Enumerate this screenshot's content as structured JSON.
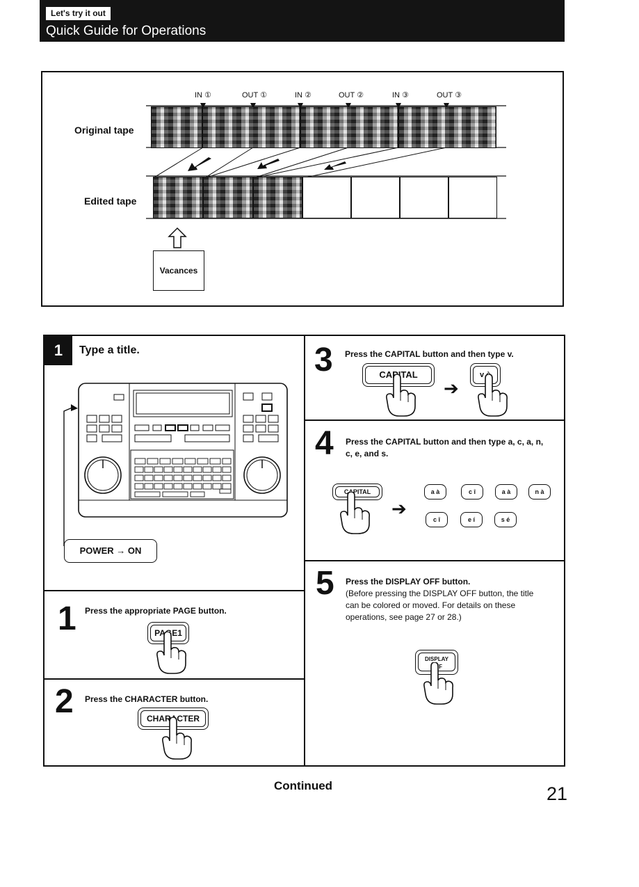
{
  "header": {
    "badge": "Let's try it out",
    "title": "Quick Guide for Operations"
  },
  "diagram": {
    "markers": [
      "IN ①",
      "OUT ①",
      "IN ②",
      "OUT ②",
      "IN ③",
      "OUT ③"
    ],
    "original_label": "Original tape",
    "edited_label": "Edited tape",
    "title_card": "Vacances"
  },
  "steps": {
    "section_number": "1",
    "section_title": "Type a title.",
    "power_label": "POWER → ON",
    "step1": {
      "number": "1",
      "text": "Press the appropriate PAGE button.",
      "key": "PAGE1"
    },
    "step2": {
      "number": "2",
      "text": "Press the CHARACTER button.",
      "key": "CHARACTER"
    },
    "step3": {
      "number": "3",
      "text": "Press the CAPITAL button and then type v.",
      "key": "CAPITAL",
      "key2": "v ò"
    },
    "step4": {
      "number": "4",
      "text": "Press the CAPITAL button and then type a, c, a, n, c, e, and s.",
      "key": "CAPITAL",
      "letter_keys_row1": [
        "a à",
        "c î",
        "a à",
        "n à"
      ],
      "letter_keys_row2": [
        "c î",
        "e í",
        "s é"
      ]
    },
    "step5": {
      "number": "5",
      "text": "Press the DISPLAY OFF button.",
      "note": "(Before pressing the DISPLAY OFF button, the title can be colored or moved.  For details on these operations, see page 27 or 28.)",
      "key_line1": "DISPLAY",
      "key_line2": "OFF"
    }
  },
  "footer": {
    "continued": "Continued",
    "page_number": "21"
  }
}
